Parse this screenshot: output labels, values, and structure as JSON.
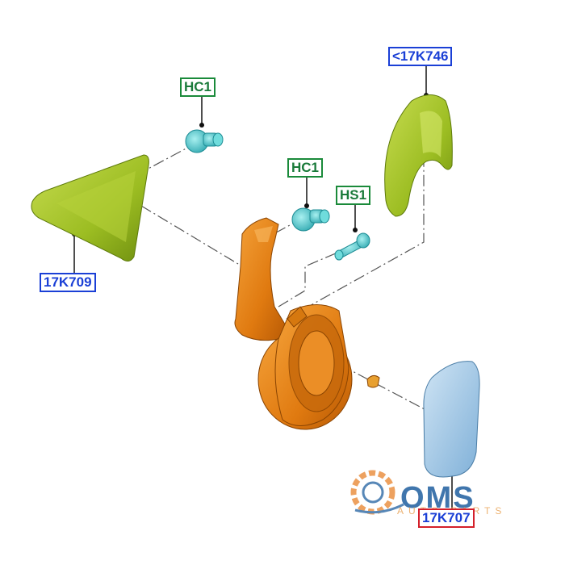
{
  "callouts": {
    "hc1_top": "HC1",
    "hc1_mid": "HC1",
    "hs1": "HS1",
    "glass_cover": "<17K746",
    "triangle_cover": "17K709",
    "mirror_glass": "17K707"
  },
  "logo": {
    "brand": "OMS",
    "sub": "AUTO PARTS"
  },
  "colors": {
    "green_part": "#a8c830",
    "orange_part": "#e8841c",
    "clip_teal": "#5fd0d0",
    "glass_blue": "#a9cde8",
    "label_blue": "#1a3fd6",
    "label_green": "#1a8a3a",
    "label_red": "#d4202a"
  }
}
